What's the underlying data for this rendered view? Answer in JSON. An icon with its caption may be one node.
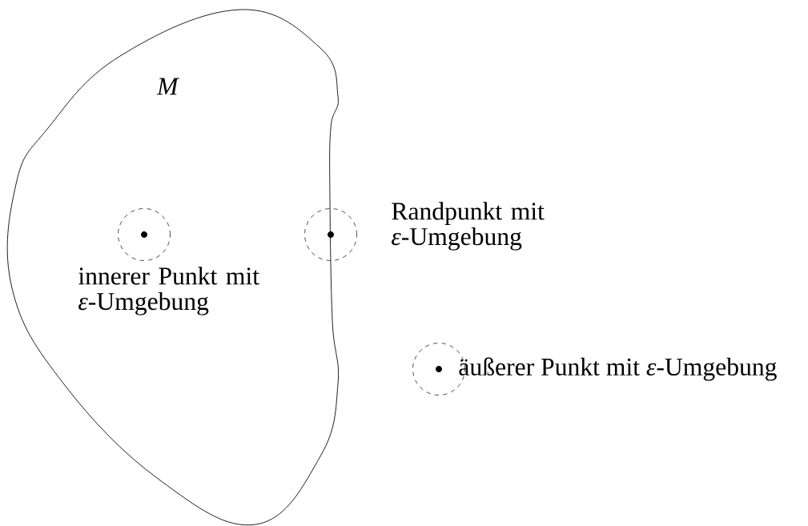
{
  "diagram": {
    "nodes": [
      {
        "text": [
          "*M*"
        ]
      },
      {
        "text": [],
        "shape": "circle",
        "in": 0,
        "beside": [
          "innerer Punkt mit *ε*-Umgebung"
        ]
      },
      {
        "text": [],
        "shape": "circle",
        "beside": [
          "Randpunkt mit *ε*-Umgebung"
        ]
      },
      {
        "text": [],
        "shape": "circle",
        "beside": [
          "äußerer Punkt mit *ε*-Umgebung"
        ]
      }
    ]
  }
}
